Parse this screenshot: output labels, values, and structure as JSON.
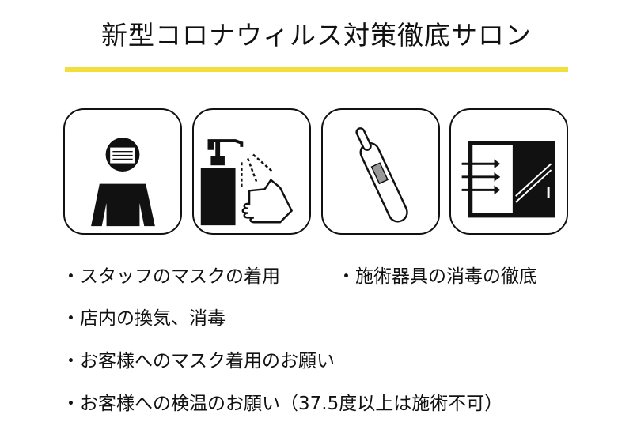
{
  "title": "新型コロナウィルス対策徹底サロン",
  "accent_color": "#f2df3c",
  "icons": [
    "masked-person-icon",
    "hand-sanitizer-icon",
    "thermometer-icon",
    "window-ventilation-icon"
  ],
  "items": [
    "・スタッフのマスクの着用",
    "・施術器具の消毒の徹底",
    "・店内の換気、消毒",
    "・お客様へのマスク着用のお願い",
    "・お客様への検温のお願い（37.5度以上は施術不可）"
  ]
}
